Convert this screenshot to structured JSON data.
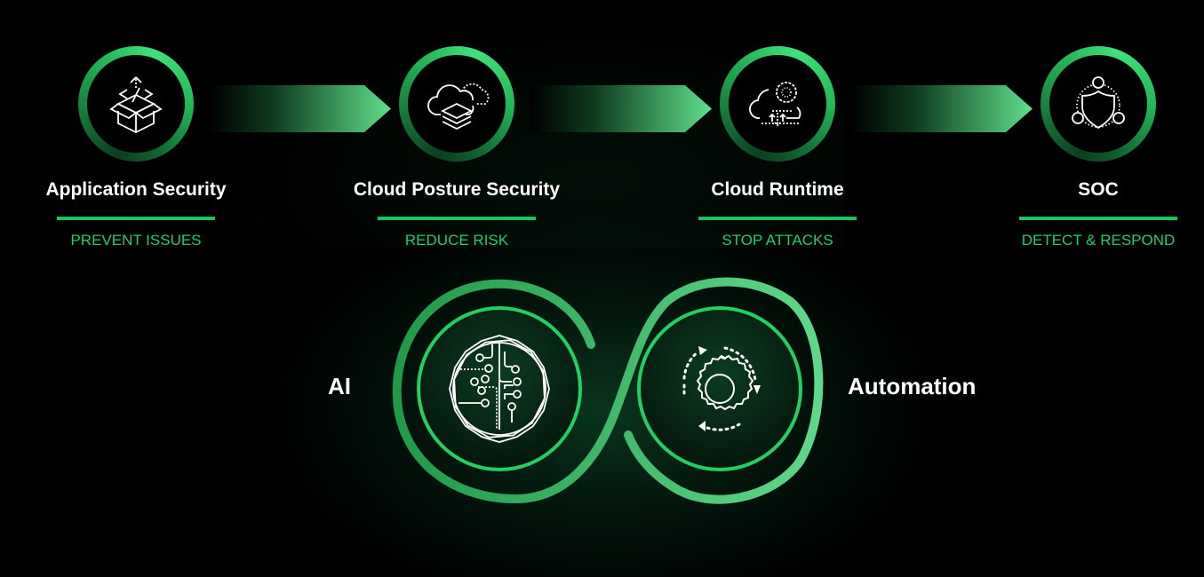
{
  "colors": {
    "background": "#000000",
    "accent_green": "#19c45c",
    "subtitle_green": "#1dd063",
    "ring_light": "#3fe27a",
    "ring_dark": "#0b3f21",
    "text": "#ffffff"
  },
  "stages": [
    {
      "title": "Application Security",
      "subtitle": "PREVENT ISSUES",
      "icon": "open-box-code-icon"
    },
    {
      "title": "Cloud Posture Security",
      "subtitle": "REDUCE RISK",
      "icon": "cloud-layers-icon"
    },
    {
      "title": "Cloud Runtime",
      "subtitle": "STOP ATTACKS",
      "icon": "cloud-gear-icon"
    },
    {
      "title": "SOC",
      "subtitle": "DETECT & RESPOND",
      "icon": "shield-network-icon"
    }
  ],
  "arrows": [
    {
      "icon": "chevron-arrow-right"
    },
    {
      "icon": "chevron-arrow-right"
    },
    {
      "icon": "chevron-arrow-right"
    }
  ],
  "infinity": {
    "left_label": "AI",
    "right_label": "Automation",
    "left_icon": "circuit-brain-icon",
    "right_icon": "gear-cycle-icon"
  }
}
